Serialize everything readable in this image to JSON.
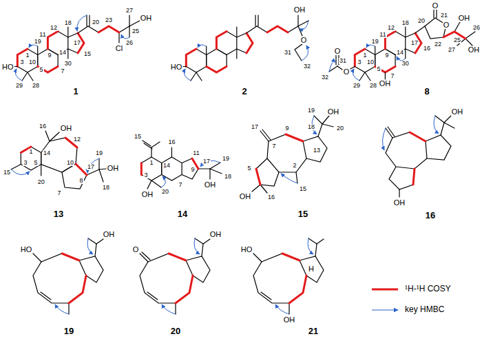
{
  "diagram": {
    "labels": [
      "Cl",
      "OH",
      "27",
      "26",
      "25",
      "23",
      "20",
      "HO",
      "1",
      "19",
      "11",
      "12",
      "9",
      "18",
      "17",
      "10",
      "3",
      "5",
      "14",
      "15",
      "30",
      "7",
      "29",
      "28",
      "1",
      "OH",
      "O",
      "31",
      "32",
      "HO",
      "2",
      "O",
      "O",
      "21",
      "20",
      "22",
      "OH",
      "25",
      "26",
      "27",
      "OH",
      "18",
      "12",
      "19",
      "11",
      "9",
      "30",
      "14",
      "16",
      "17",
      "1",
      "10",
      "3",
      "5",
      "7",
      "OH",
      "O",
      "O",
      "31",
      "32",
      "29",
      "28",
      "8",
      "16",
      "OH",
      "12",
      "1",
      "3",
      "15",
      "14",
      "5",
      "10",
      "20",
      "7",
      "8",
      "19",
      "17",
      "OH",
      "18",
      "13",
      "15",
      "1",
      "16",
      "11",
      "14",
      "3",
      "9",
      "17",
      "19",
      "OH",
      "18",
      "7",
      "20",
      "OH",
      "14",
      "17",
      "7",
      "9",
      "19",
      "OH",
      "18",
      "20",
      "2",
      "13",
      "5",
      "15",
      "16",
      "OH",
      "15",
      "OH",
      "OH",
      "16",
      "OH",
      "HO",
      "19",
      "OH",
      "O",
      "20",
      "H",
      "HO",
      "OH",
      "21"
    ],
    "legend": [
      {
        "text": "¹H-¹H COSY"
      },
      {
        "text": "key HMBC"
      }
    ]
  }
}
